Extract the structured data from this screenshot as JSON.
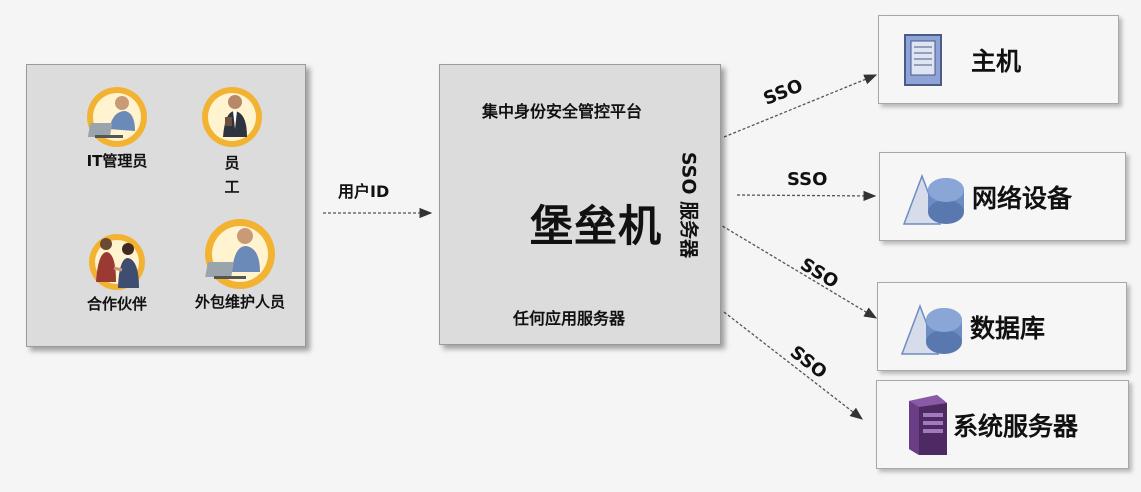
{
  "users": {
    "items": [
      {
        "label": "IT管理员"
      },
      {
        "label": "员\n工"
      },
      {
        "label": "合作伙伴"
      },
      {
        "label": "外包维护人员"
      }
    ]
  },
  "link_label": "用户ID",
  "bastion": {
    "platform": "集中身份安全管控平台",
    "title": "堡垒机",
    "sso_server": "SSO 服务器",
    "app_server": "任何应用服务器"
  },
  "sso_label": "SSO",
  "targets": [
    {
      "label": "主机",
      "icon": "host-icon"
    },
    {
      "label": "网络设备",
      "icon": "network-device-icon"
    },
    {
      "label": "数据库",
      "icon": "database-icon"
    },
    {
      "label": "系统服务器",
      "icon": "system-server-icon"
    }
  ],
  "colors": {
    "box_fill": "#dcdcdc",
    "avatar_ring": "#f2b332",
    "server_purple": "#6a3d84",
    "network_blue": "#6c8cc4"
  }
}
